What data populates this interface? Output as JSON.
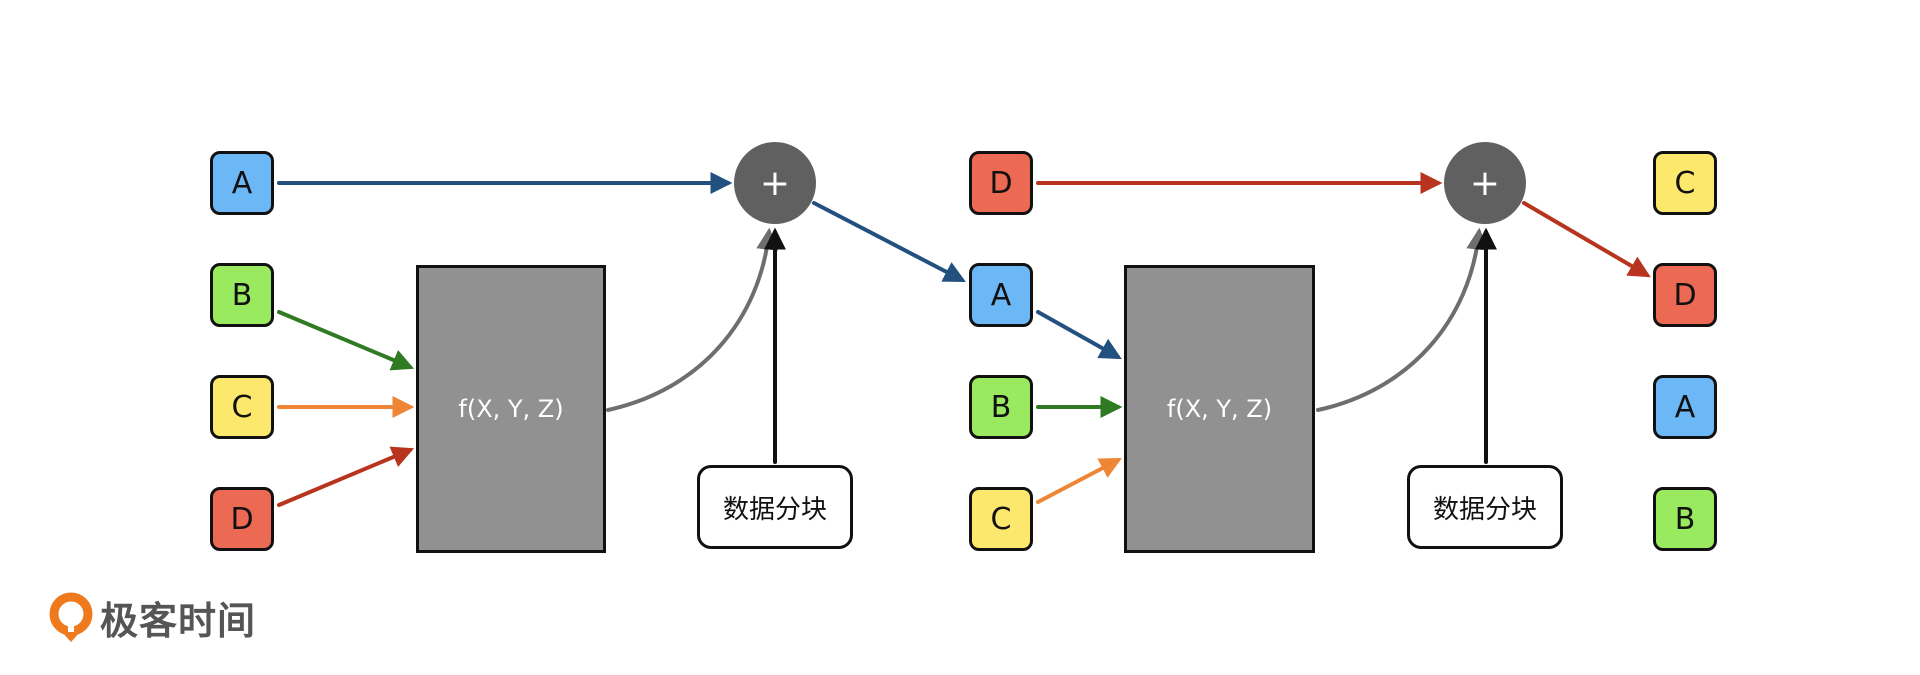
{
  "colors": {
    "A": "#6cb8f7",
    "B": "#99ea5f",
    "C": "#fde86e",
    "D": "#ec6a53",
    "arrow_A": "#22507f",
    "arrow_B": "#2f7a23",
    "arrow_C": "#ef8636",
    "arrow_D": "#b8341f",
    "arrow_gray": "#6e6e6e",
    "arrow_black": "#111111",
    "fbox": "#919191",
    "plus": "#606060",
    "logo_orange": "#ef7a1e"
  },
  "stage1": {
    "inputs": [
      "A",
      "B",
      "C",
      "D"
    ],
    "function_label": "f(X, Y, Z)",
    "plus_label": "+",
    "chunk_label": "数据分块"
  },
  "stage2": {
    "inputs": [
      "D",
      "A",
      "B",
      "C"
    ],
    "function_label": "f(X, Y, Z)",
    "plus_label": "+",
    "chunk_label": "数据分块"
  },
  "output": {
    "nodes": [
      "C",
      "D",
      "A",
      "B"
    ]
  },
  "logo": {
    "text": "极客时间"
  }
}
